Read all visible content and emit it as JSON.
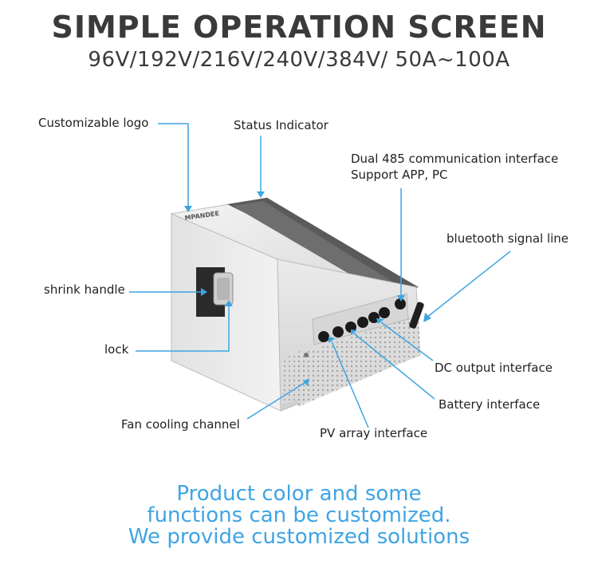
{
  "header": {
    "title": "SIMPLE OPERATION SCREEN",
    "subtitle": "96V/192V/216V/240V/384V/ 50A~100A"
  },
  "callouts": {
    "customizable_logo": "Customizable logo",
    "status_indicator": "Status Indicator",
    "dual485_line1": "Dual 485 communication interface",
    "dual485_line2": "Support APP, PC",
    "bluetooth": "bluetooth signal line",
    "shrink_handle": "shrink handle",
    "lock": "lock",
    "dc_output": "DC output interface",
    "battery_interface": "Battery interface",
    "fan_cooling": "Fan cooling channel",
    "pv_array": "PV array interface"
  },
  "device": {
    "logo_text": "MPANDEE"
  },
  "footer": {
    "line1": "Product color and some",
    "line2": "functions can be customized.",
    "line3": "We provide customized solutions"
  },
  "colors": {
    "callout_line": "#3fa4e3",
    "footer_text": "#3fa4e3",
    "title_text": "#3a3a3a",
    "device_body": "#e6e6e6",
    "device_panel": "#5a5a5a"
  }
}
